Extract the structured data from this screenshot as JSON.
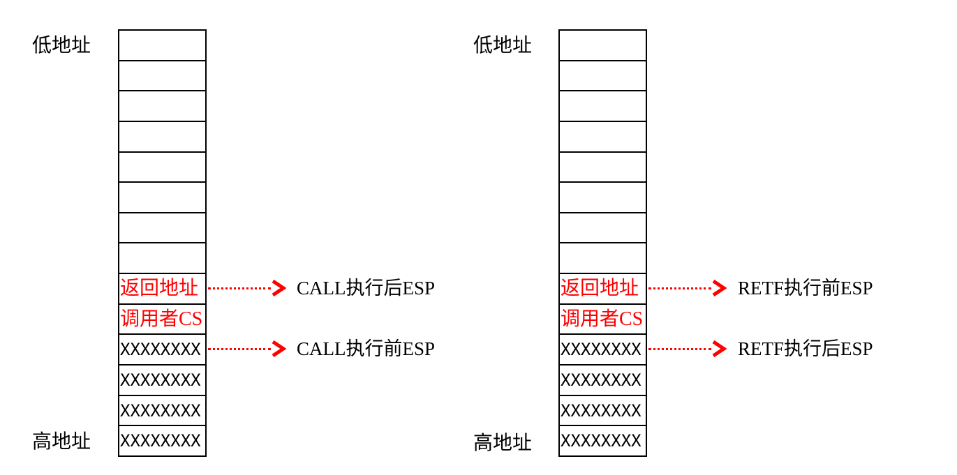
{
  "colors": {
    "highlight_red": "#ff0000",
    "text_black": "#000000",
    "background": "#ffffff",
    "border": "#000000"
  },
  "diagrams": [
    {
      "name": "call-stack-diagram",
      "low_address_label": "低地址",
      "high_address_label": "高地址",
      "cells": [
        "",
        "",
        "",
        "",
        "",
        "",
        "",
        "",
        "返回地址",
        "调用者CS",
        "XXXXXXXX",
        "XXXXXXXX",
        "XXXXXXXX",
        "XXXXXXXX"
      ],
      "arrows": [
        {
          "points_to_cell": "返回地址",
          "label": "CALL执行后ESP"
        },
        {
          "points_to_cell": "XXXXXXXX",
          "label": "CALL执行前ESP"
        }
      ]
    },
    {
      "name": "retf-stack-diagram",
      "low_address_label": "低地址",
      "high_address_label": "高地址",
      "cells": [
        "",
        "",
        "",
        "",
        "",
        "",
        "",
        "",
        "返回地址",
        "调用者CS",
        "XXXXXXXX",
        "XXXXXXXX",
        "XXXXXXXX",
        "XXXXXXXX"
      ],
      "arrows": [
        {
          "points_to_cell": "返回地址",
          "label": "RETF执行前ESP"
        },
        {
          "points_to_cell": "XXXXXXXX",
          "label": "RETF执行后ESP"
        }
      ]
    }
  ]
}
